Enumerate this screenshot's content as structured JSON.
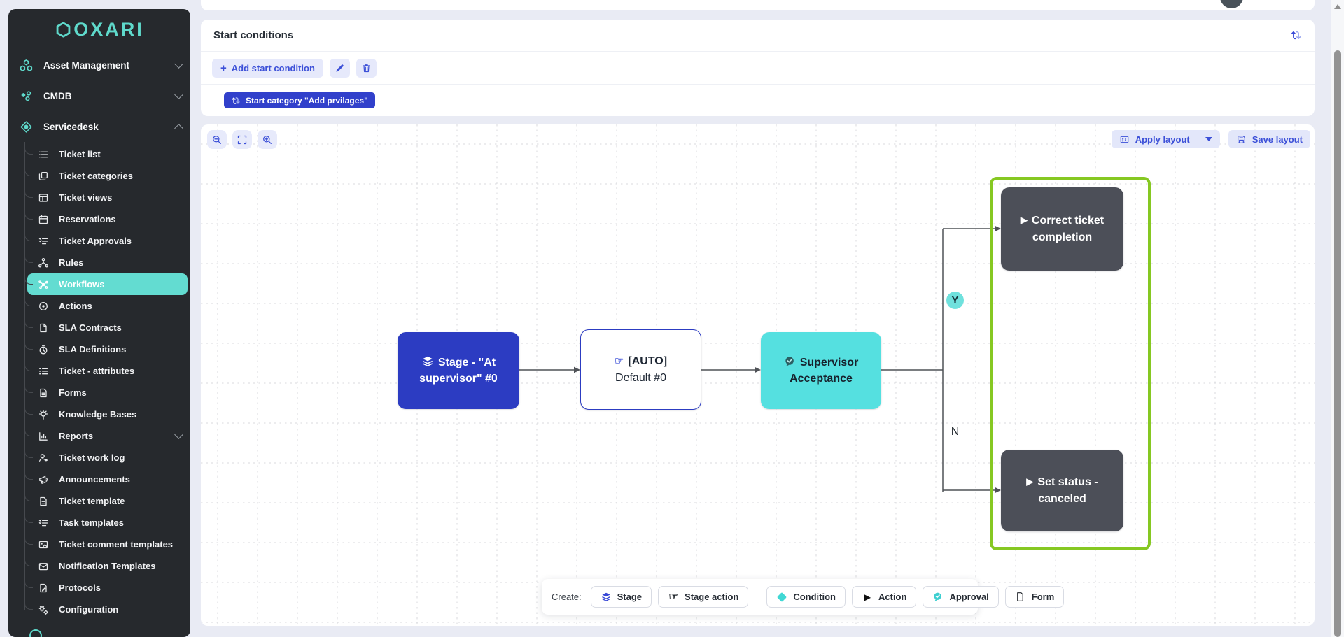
{
  "app": {
    "logo_text": "OXARI"
  },
  "sidebar": {
    "sections": [
      {
        "label": "Asset Management",
        "icon": "asset",
        "chevron": "down"
      },
      {
        "label": "CMDB",
        "icon": "cmdb",
        "chevron": "down"
      },
      {
        "label": "Servicedesk",
        "icon": "servicedesk",
        "chevron": "up"
      }
    ],
    "servicedesk_items": [
      {
        "label": "Ticket list",
        "icon": "list"
      },
      {
        "label": "Ticket categories",
        "icon": "copy"
      },
      {
        "label": "Ticket views",
        "icon": "table"
      },
      {
        "label": "Reservations",
        "icon": "calendar"
      },
      {
        "label": "Ticket Approvals",
        "icon": "checklist"
      },
      {
        "label": "Rules",
        "icon": "fork"
      },
      {
        "label": "Workflows",
        "icon": "hub",
        "active": true
      },
      {
        "label": "Actions",
        "icon": "target"
      },
      {
        "label": "SLA Contracts",
        "icon": "doc"
      },
      {
        "label": "SLA Definitions",
        "icon": "clock"
      },
      {
        "label": "Ticket - attributes",
        "icon": "attrlist"
      },
      {
        "label": "Forms",
        "icon": "doclines"
      },
      {
        "label": "Knowledge Bases",
        "icon": "bulb"
      },
      {
        "label": "Reports",
        "icon": "chart",
        "chevron": "down"
      },
      {
        "label": "Ticket work log",
        "icon": "person"
      },
      {
        "label": "Announcements",
        "icon": "megaphone"
      },
      {
        "label": "Ticket template",
        "icon": "doclines"
      },
      {
        "label": "Task templates",
        "icon": "checklist"
      },
      {
        "label": "Ticket comment templates",
        "icon": "commentdoc"
      },
      {
        "label": "Notification Templates",
        "icon": "mail"
      },
      {
        "label": "Protocols",
        "icon": "docedit"
      },
      {
        "label": "Configuration",
        "icon": "gears"
      }
    ]
  },
  "start_conditions": {
    "title": "Start conditions",
    "add_button": "Add start condition",
    "category_button": "Start category \"Add prvilages\""
  },
  "canvas": {
    "apply_layout": "Apply layout",
    "save_layout": "Save layout",
    "create_label": "Create:",
    "create_buttons": [
      {
        "label": "Stage",
        "icon": "layers"
      },
      {
        "label": "Stage action",
        "icon": "pointer"
      },
      {
        "label": "Condition",
        "icon": "diamond"
      },
      {
        "label": "Action",
        "icon": "play"
      },
      {
        "label": "Approval",
        "icon": "approval"
      },
      {
        "label": "Form",
        "icon": "form"
      }
    ],
    "nodes": {
      "stage": {
        "label": "Stage - \"At supervisor\" #0"
      },
      "auto": {
        "title": "[AUTO]",
        "subtitle": "Default #0"
      },
      "approval": {
        "label": "Supervisor Acceptance"
      },
      "action_correct": {
        "label": "Correct ticket completion"
      },
      "action_cancel": {
        "label": "Set status - canceled"
      }
    },
    "branches": {
      "yes": "Y",
      "no": "N"
    }
  },
  "colors": {
    "primary_blue": "#2c3cc2",
    "accent_teal": "#5fd9cb",
    "active_item_teal": "#63dcd1",
    "node_teal": "#55e0e0",
    "node_dark": "#4c4f58",
    "selection_green": "#86c822",
    "lavender_button": "#e6e9fb"
  }
}
